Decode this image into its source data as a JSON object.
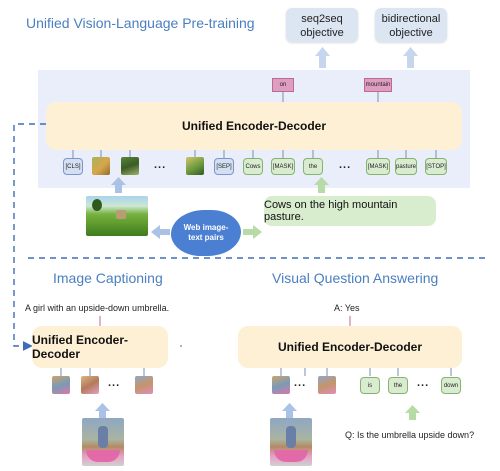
{
  "top": {
    "title": "Unified Vision-Language Pre-training",
    "objective_seq2seq": "seq2seq objective",
    "objective_bidirectional": "bidirectional objective",
    "encoder_label": "Unified Encoder-Decoder",
    "pred_on": "on",
    "pred_mountain": "mountain",
    "tokens": {
      "cls": "[CLS]",
      "sep": "[SEP]",
      "cows": "Cows",
      "mask1": "[MASK]",
      "the": "the",
      "mask2": "[MASK]",
      "pasture": "pasture",
      "stop": "[STOP]",
      "dots": "..."
    },
    "cloud_text": "Web image-text pairs",
    "caption": "Cows on the high mountain pasture."
  },
  "captioning": {
    "title": "Image Captioning",
    "output": "A girl with an upside-down umbrella.",
    "encoder_label": "Unified Encoder-Decoder",
    "dots": "..."
  },
  "vqa": {
    "title": "Visual Question Answering",
    "answer": "A: Yes",
    "encoder_label": "Unified Encoder-Decoder",
    "tok_is": "is",
    "tok_the": "the",
    "tok_down": "down",
    "dots": "...",
    "question": "Q: Is the umbrella upside down?"
  },
  "colors": {
    "title_blue": "#4a7fc0",
    "panel": "#e9eefa",
    "encoder": "#fdf0d5",
    "token_blue": "#d4e0f2",
    "token_green": "#d9ecd0",
    "arrow_blue": "#a9c2e6",
    "arrow_green": "#b7dba6",
    "dashed_line": "#3e6fb3",
    "prediction_pink": "#df9ec0"
  }
}
